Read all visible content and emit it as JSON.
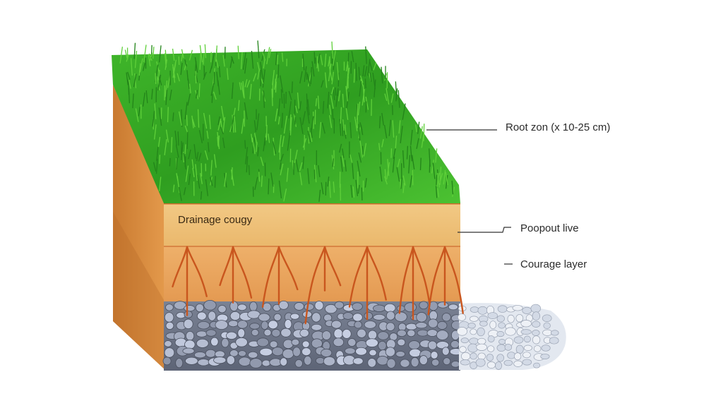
{
  "labels": {
    "root_zone": "Root zon (x 10-25 cm)",
    "popout": "Poopout live",
    "courage": "Courage layer",
    "drainage": "Drainage cougy"
  },
  "colors": {
    "grass_dark": "#2e9a1c",
    "grass_light": "#5fd03a",
    "sand": "#f0c27a",
    "soil": "#e8a45e",
    "soil_side": "#d98a3c",
    "roots": "#c9561e",
    "gravel": "#6d7486",
    "gravel_light": "#c7cfdd"
  }
}
